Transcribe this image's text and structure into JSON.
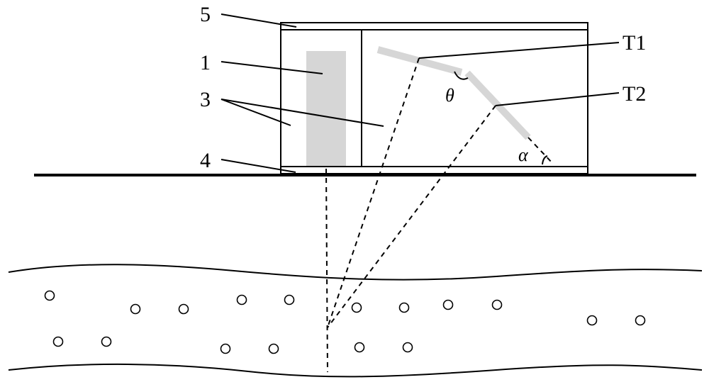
{
  "labels": {
    "five": "5",
    "one": "1",
    "three": "3",
    "four": "4",
    "t1": "T1",
    "t2": "T2",
    "theta": "θ",
    "alpha": "α"
  },
  "colors": {
    "line": "#000000",
    "fill_gray": "#d6d6d6",
    "background": "#ffffff"
  }
}
